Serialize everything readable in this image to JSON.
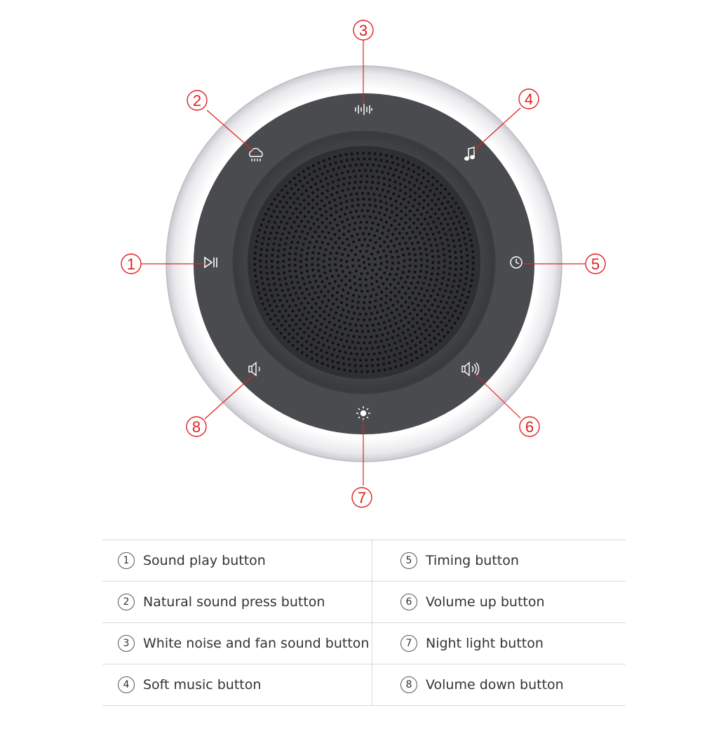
{
  "callouts": [
    {
      "number": "1",
      "label": "Sound play button",
      "icon": "play-pause-icon"
    },
    {
      "number": "2",
      "label": "Natural sound press button",
      "icon": "rain-cloud-icon"
    },
    {
      "number": "3",
      "label": "White noise and fan sound button",
      "icon": "sound-wave-icon"
    },
    {
      "number": "4",
      "label": "Soft music button",
      "icon": "music-note-icon"
    },
    {
      "number": "5",
      "label": "Timing button",
      "icon": "clock-icon"
    },
    {
      "number": "6",
      "label": "Volume up button",
      "icon": "volume-up-icon"
    },
    {
      "number": "7",
      "label": "Night light button",
      "icon": "sun-icon"
    },
    {
      "number": "8",
      "label": "Volume down button",
      "icon": "volume-down-icon"
    }
  ],
  "colors": {
    "callout_red": "#e02020",
    "device_panel": "#4a4b4f",
    "device_ring": "#f4f4f6",
    "icon": "#ffffff"
  }
}
